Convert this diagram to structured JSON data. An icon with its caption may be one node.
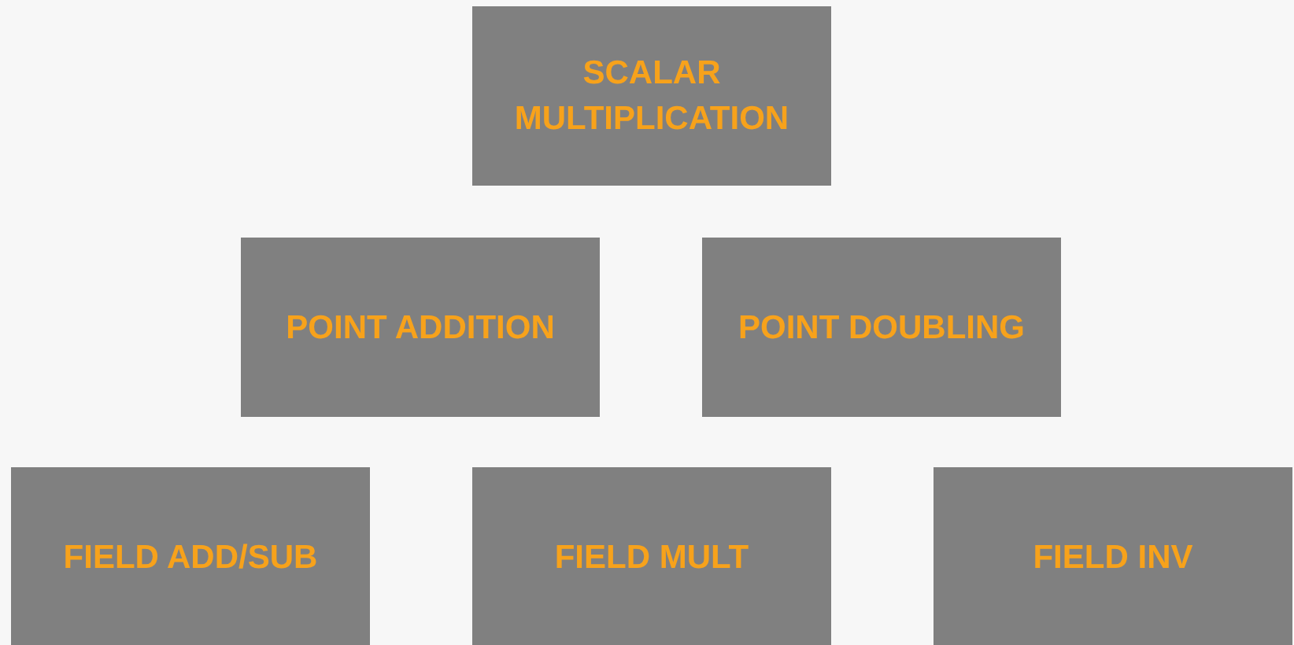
{
  "diagram": {
    "nodes": [
      {
        "text": [
          "SCALAR MULTIPLICATION"
        ]
      },
      {
        "text": [
          "POINT ADDITION"
        ]
      },
      {
        "text": [
          "POINT DOUBLING"
        ]
      },
      {
        "text": [
          "FIELD ADD/SUB"
        ]
      },
      {
        "text": [
          "FIELD MULT"
        ]
      },
      {
        "text": [
          "FIELD INV"
        ]
      }
    ]
  }
}
